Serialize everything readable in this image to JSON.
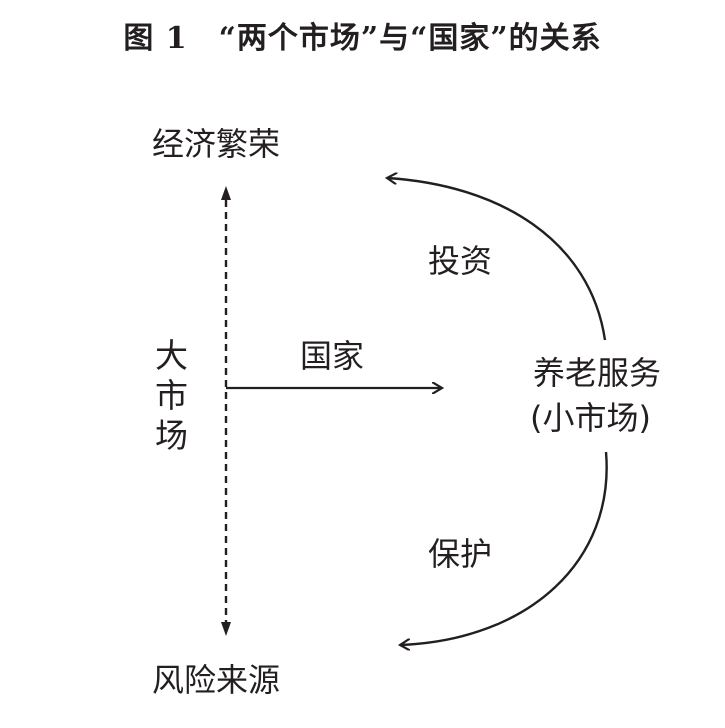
{
  "title": "图 1　“两个市场”与“国家”的关系",
  "nodes": {
    "top": "经济繁荣",
    "bottom": "风险来源",
    "big_market": "大市场",
    "state": "国家",
    "elderly_service": "养老服务",
    "small_market": "(小市场)"
  },
  "edges": {
    "investment": "投资",
    "protection": "保护"
  }
}
